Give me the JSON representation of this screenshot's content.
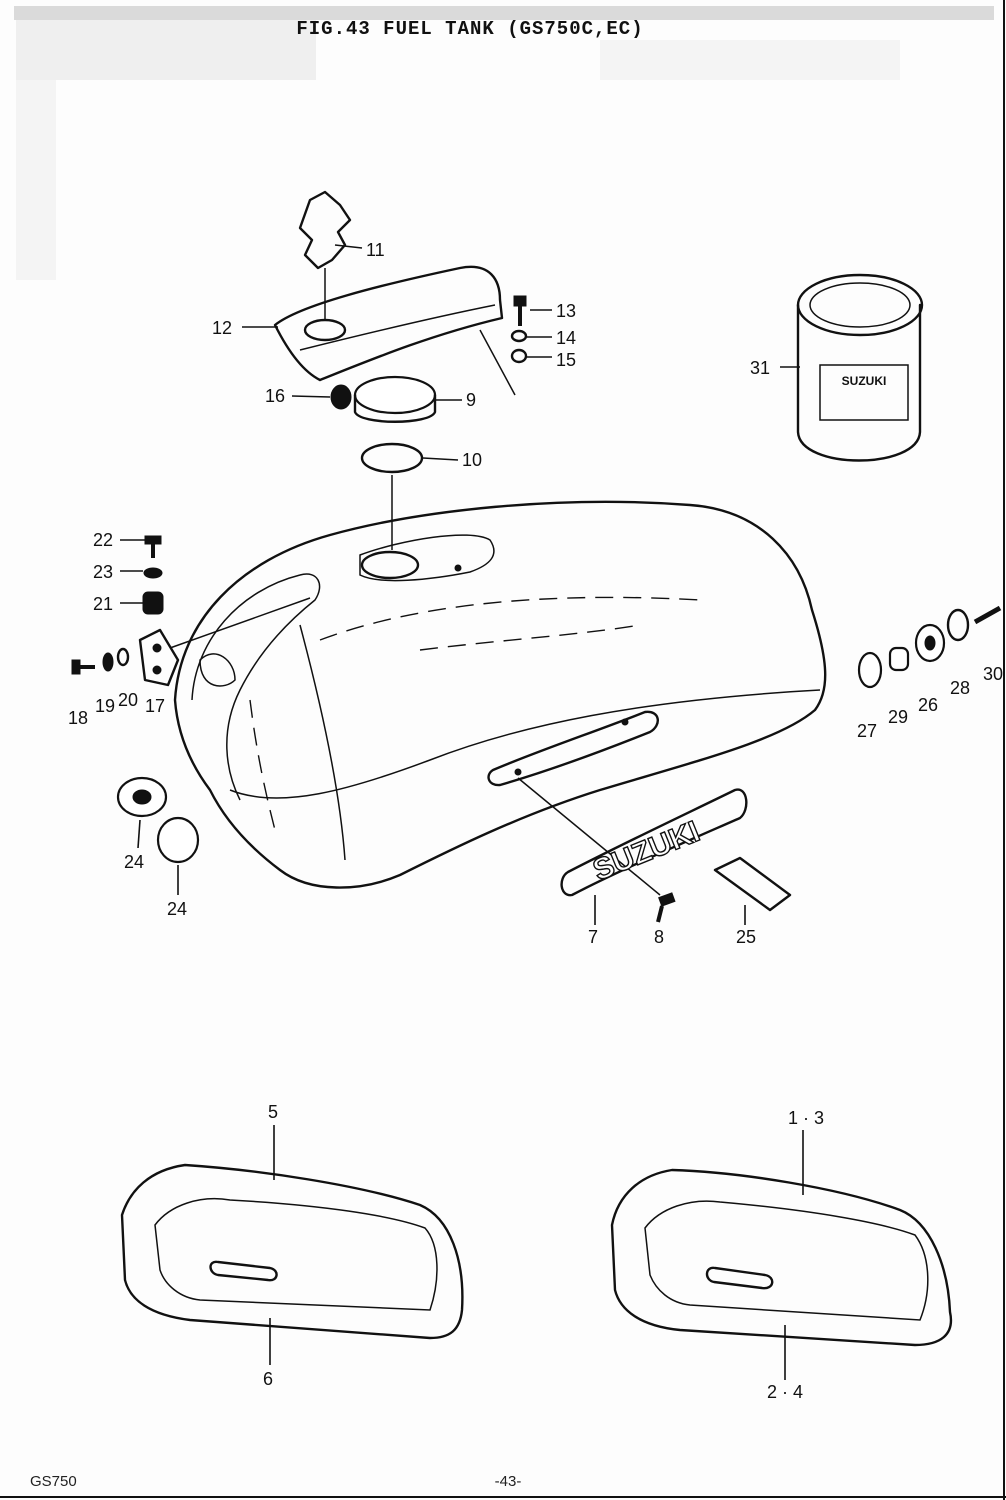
{
  "title": "FIG.43 FUEL TANK (GS750C,EC)",
  "footer": {
    "model": "GS750",
    "page": "-43-"
  },
  "callouts": {
    "c1": "11",
    "c2": "12",
    "c3": "13",
    "c4": "14",
    "c5": "15",
    "c6": "16",
    "c7": "9",
    "c8": "10",
    "c9": "31",
    "c10": "22",
    "c11": "23",
    "c12": "21",
    "c13": "18",
    "c14": "19",
    "c15": "20",
    "c16": "17",
    "c17": "27",
    "c18": "29",
    "c19": "26",
    "c20": "28",
    "c21": "30",
    "c22": "24",
    "c23": "24",
    "c24": "7",
    "c25": "8",
    "c26": "25",
    "c27": "5",
    "c28": "6",
    "c29": "1 · 3",
    "c30": "2 · 4"
  },
  "emblem_text": "SUZUKI",
  "can_label": "SUZUKI"
}
